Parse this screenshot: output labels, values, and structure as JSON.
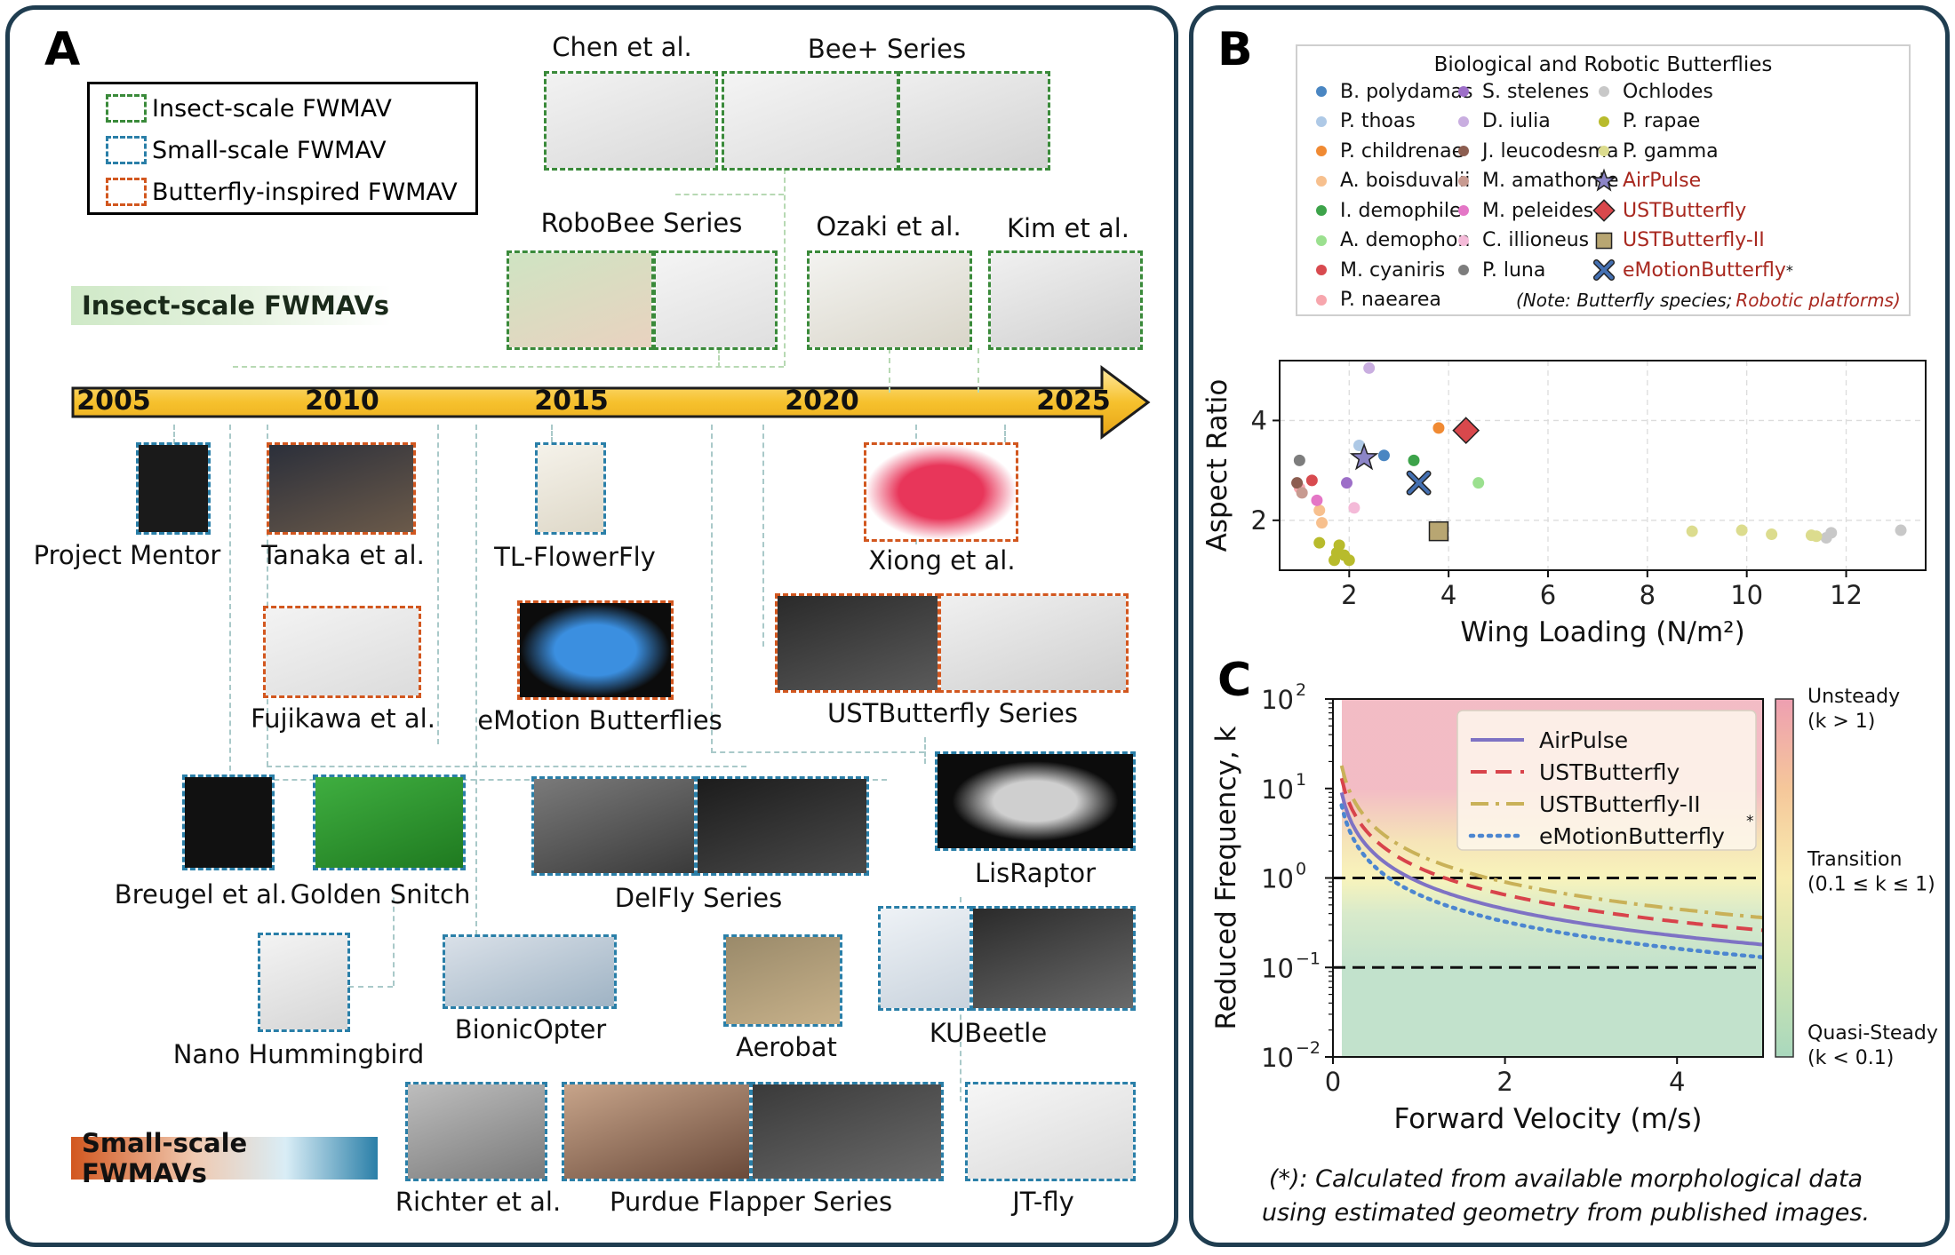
{
  "panel_a": {
    "label": "A",
    "legend": [
      {
        "label": "Insect-scale FWMAV",
        "color": "#3a8a3a"
      },
      {
        "label": "Small-scale FWMAV",
        "color": "#2a7fa8"
      },
      {
        "label": "Butterfly-inspired FWMAV",
        "color": "#d2571f"
      }
    ],
    "band_insect": "Insect-scale FWMAVs",
    "band_small": "Small-scale FWMAVs",
    "timeline_years": [
      "2005",
      "2010",
      "2015",
      "2020",
      "2025"
    ],
    "projects": [
      {
        "name": "Chen et al.",
        "kind": "insect"
      },
      {
        "name": "Bee+ Series",
        "kind": "insect"
      },
      {
        "name": "RoboBee Series",
        "kind": "insect"
      },
      {
        "name": "Ozaki et al.",
        "kind": "insect"
      },
      {
        "name": "Kim et al.",
        "kind": "insect"
      },
      {
        "name": "Project Mentor",
        "kind": "small"
      },
      {
        "name": "Tanaka et al.",
        "kind": "butterfly"
      },
      {
        "name": "TL-FlowerFly",
        "kind": "small"
      },
      {
        "name": "Xiong et al.",
        "kind": "butterfly"
      },
      {
        "name": "Fujikawa et al.",
        "kind": "butterfly"
      },
      {
        "name": "eMotion Butterflies",
        "kind": "butterfly"
      },
      {
        "name": "USTButterfly Series",
        "kind": "butterfly"
      },
      {
        "name": "Breugel et al.",
        "kind": "small"
      },
      {
        "name": "Golden Snitch",
        "kind": "small"
      },
      {
        "name": "DelFly Series",
        "kind": "small"
      },
      {
        "name": "LisRaptor",
        "kind": "small"
      },
      {
        "name": "Nano Hummingbird",
        "kind": "small"
      },
      {
        "name": "BionicOpter",
        "kind": "small"
      },
      {
        "name": "Aerobat",
        "kind": "small"
      },
      {
        "name": "KUBeetle",
        "kind": "small"
      },
      {
        "name": "Richter et al.",
        "kind": "small"
      },
      {
        "name": "Purdue Flapper Series",
        "kind": "small"
      },
      {
        "name": "JT-fly",
        "kind": "small"
      }
    ]
  },
  "panel_b": {
    "label": "B",
    "legend_title": "Biological and Robotic Butterflies",
    "legend_note": "(Note: Butterfly species;",
    "legend_note_robot": "Robotic platforms)",
    "chart_data": {
      "type": "scatter",
      "xlabel": "Wing Loading (N/m²)",
      "ylabel": "Aspect Ratio",
      "xlim": [
        0.6,
        13.6
      ],
      "ylim": [
        1.0,
        5.2
      ],
      "xticks": [
        2,
        4,
        6,
        8,
        10,
        12
      ],
      "yticks": [
        2,
        4
      ],
      "grid": true,
      "series": [
        {
          "name": "B. polydamas",
          "color": "#4a86c2",
          "marker": "circle",
          "points": [
            [
              2.7,
              3.3
            ]
          ]
        },
        {
          "name": "P. thoas",
          "color": "#aec9e6",
          "marker": "circle",
          "points": [
            [
              2.2,
              3.5
            ]
          ]
        },
        {
          "name": "P. childrenae",
          "color": "#f08a33",
          "marker": "circle",
          "points": [
            [
              3.8,
              3.85
            ]
          ]
        },
        {
          "name": "A. boisduvalii",
          "color": "#f7c08e",
          "marker": "circle",
          "points": [
            [
              1.4,
              2.2
            ],
            [
              1.45,
              1.95
            ]
          ]
        },
        {
          "name": "I. demophile",
          "color": "#3da34a",
          "marker": "circle",
          "points": [
            [
              3.3,
              3.2
            ]
          ]
        },
        {
          "name": "A. demophon",
          "color": "#9be08f",
          "marker": "circle",
          "points": [
            [
              4.6,
              2.75
            ]
          ]
        },
        {
          "name": "M. cyaniris",
          "color": "#d84a4f",
          "marker": "circle",
          "points": [
            [
              1.25,
              2.8
            ]
          ]
        },
        {
          "name": "P. naearea",
          "color": "#f7a6ad",
          "marker": "circle",
          "points": [
            [
              1.0,
              2.65
            ]
          ]
        },
        {
          "name": "S. stelenes",
          "color": "#9d6fc8",
          "marker": "circle",
          "points": [
            [
              1.95,
              2.75
            ]
          ]
        },
        {
          "name": "D. iulia",
          "color": "#c9aee0",
          "marker": "circle",
          "points": [
            [
              2.4,
              5.05
            ]
          ]
        },
        {
          "name": "J. leucodesma",
          "color": "#8c5d50",
          "marker": "circle",
          "points": [
            [
              0.95,
              2.75
            ]
          ]
        },
        {
          "name": "M. amathonte",
          "color": "#c79a90",
          "marker": "circle",
          "points": [
            [
              1.05,
              2.55
            ]
          ]
        },
        {
          "name": "M. peleides",
          "color": "#e476c6",
          "marker": "circle",
          "points": [
            [
              1.35,
              2.4
            ]
          ]
        },
        {
          "name": "C. illioneus",
          "color": "#f4bad8",
          "marker": "circle",
          "points": [
            [
              2.1,
              2.25
            ]
          ]
        },
        {
          "name": "P. luna",
          "color": "#7d7d7d",
          "marker": "circle",
          "points": [
            [
              1.0,
              3.2
            ]
          ]
        },
        {
          "name": "Ochlodes",
          "color": "#c8c8c8",
          "marker": "circle",
          "points": [
            [
              13.1,
              1.8
            ],
            [
              11.7,
              1.75
            ],
            [
              11.6,
              1.65
            ]
          ]
        },
        {
          "name": "P. rapae",
          "color": "#b8bb2c",
          "marker": "circle",
          "points": [
            [
              1.4,
              1.55
            ],
            [
              1.8,
              1.5
            ],
            [
              1.75,
              1.35
            ],
            [
              1.9,
              1.3
            ],
            [
              2.0,
              1.2
            ],
            [
              1.7,
              1.2
            ]
          ]
        },
        {
          "name": "P. gamma",
          "color": "#dcdc8e",
          "marker": "circle",
          "points": [
            [
              8.9,
              1.78
            ],
            [
              9.9,
              1.8
            ],
            [
              10.5,
              1.72
            ],
            [
              11.3,
              1.7
            ],
            [
              11.4,
              1.68
            ]
          ]
        },
        {
          "name": "AirPulse",
          "color": "#8c85c7",
          "marker": "star",
          "points": [
            [
              2.3,
              3.25
            ]
          ]
        },
        {
          "name": "USTButterfly",
          "color": "#d9484c",
          "marker": "diamond",
          "points": [
            [
              4.35,
              3.8
            ]
          ]
        },
        {
          "name": "USTButterfly-II",
          "color": "#b8a672",
          "marker": "square",
          "points": [
            [
              3.8,
              1.78
            ]
          ]
        },
        {
          "name": "eMotionButterfly",
          "color": "#4470b2",
          "marker": "x",
          "points": [
            [
              3.4,
              2.75
            ]
          ]
        }
      ]
    }
  },
  "panel_c": {
    "label": "C",
    "chart_data": {
      "type": "line",
      "xlabel": "Forward Velocity (m/s)",
      "ylabel": "Reduced Frequency, k",
      "xlim": [
        0,
        5
      ],
      "ylog": true,
      "ylim": [
        0.01,
        100
      ],
      "xticks": [
        "0",
        "2",
        "4"
      ],
      "yticks": [
        "10",
        "10",
        "10",
        "10",
        "10"
      ],
      "ytick_exponents": [
        "2",
        "1",
        "0",
        "−1",
        "−2"
      ],
      "thresholds": [
        1.0,
        0.1
      ],
      "series": [
        {
          "name": "AirPulse",
          "color": "#7e72c4",
          "dash": "solid",
          "coef": 0.9
        },
        {
          "name": "USTButterfly",
          "color": "#d8434b",
          "dash": "dashed",
          "coef": 1.3
        },
        {
          "name": "USTButterfly-II",
          "color": "#c9b158",
          "dash": "dashdot",
          "coef": 1.8
        },
        {
          "name": "eMotionButterfly",
          "color": "#4c86d0",
          "dash": "dotted",
          "coef": 0.65
        }
      ],
      "legend_star": "*",
      "colorbar": [
        {
          "label": "Unsteady",
          "sub": "(k > 1)"
        },
        {
          "label": "Transition",
          "sub": "(0.1 ≤ k ≤ 1)"
        },
        {
          "label": "Quasi-Steady",
          "sub": "(k < 0.1)"
        }
      ]
    },
    "footnote_line1": "(*): Calculated from available morphological data",
    "footnote_line2": "using estimated geometry from published images."
  }
}
